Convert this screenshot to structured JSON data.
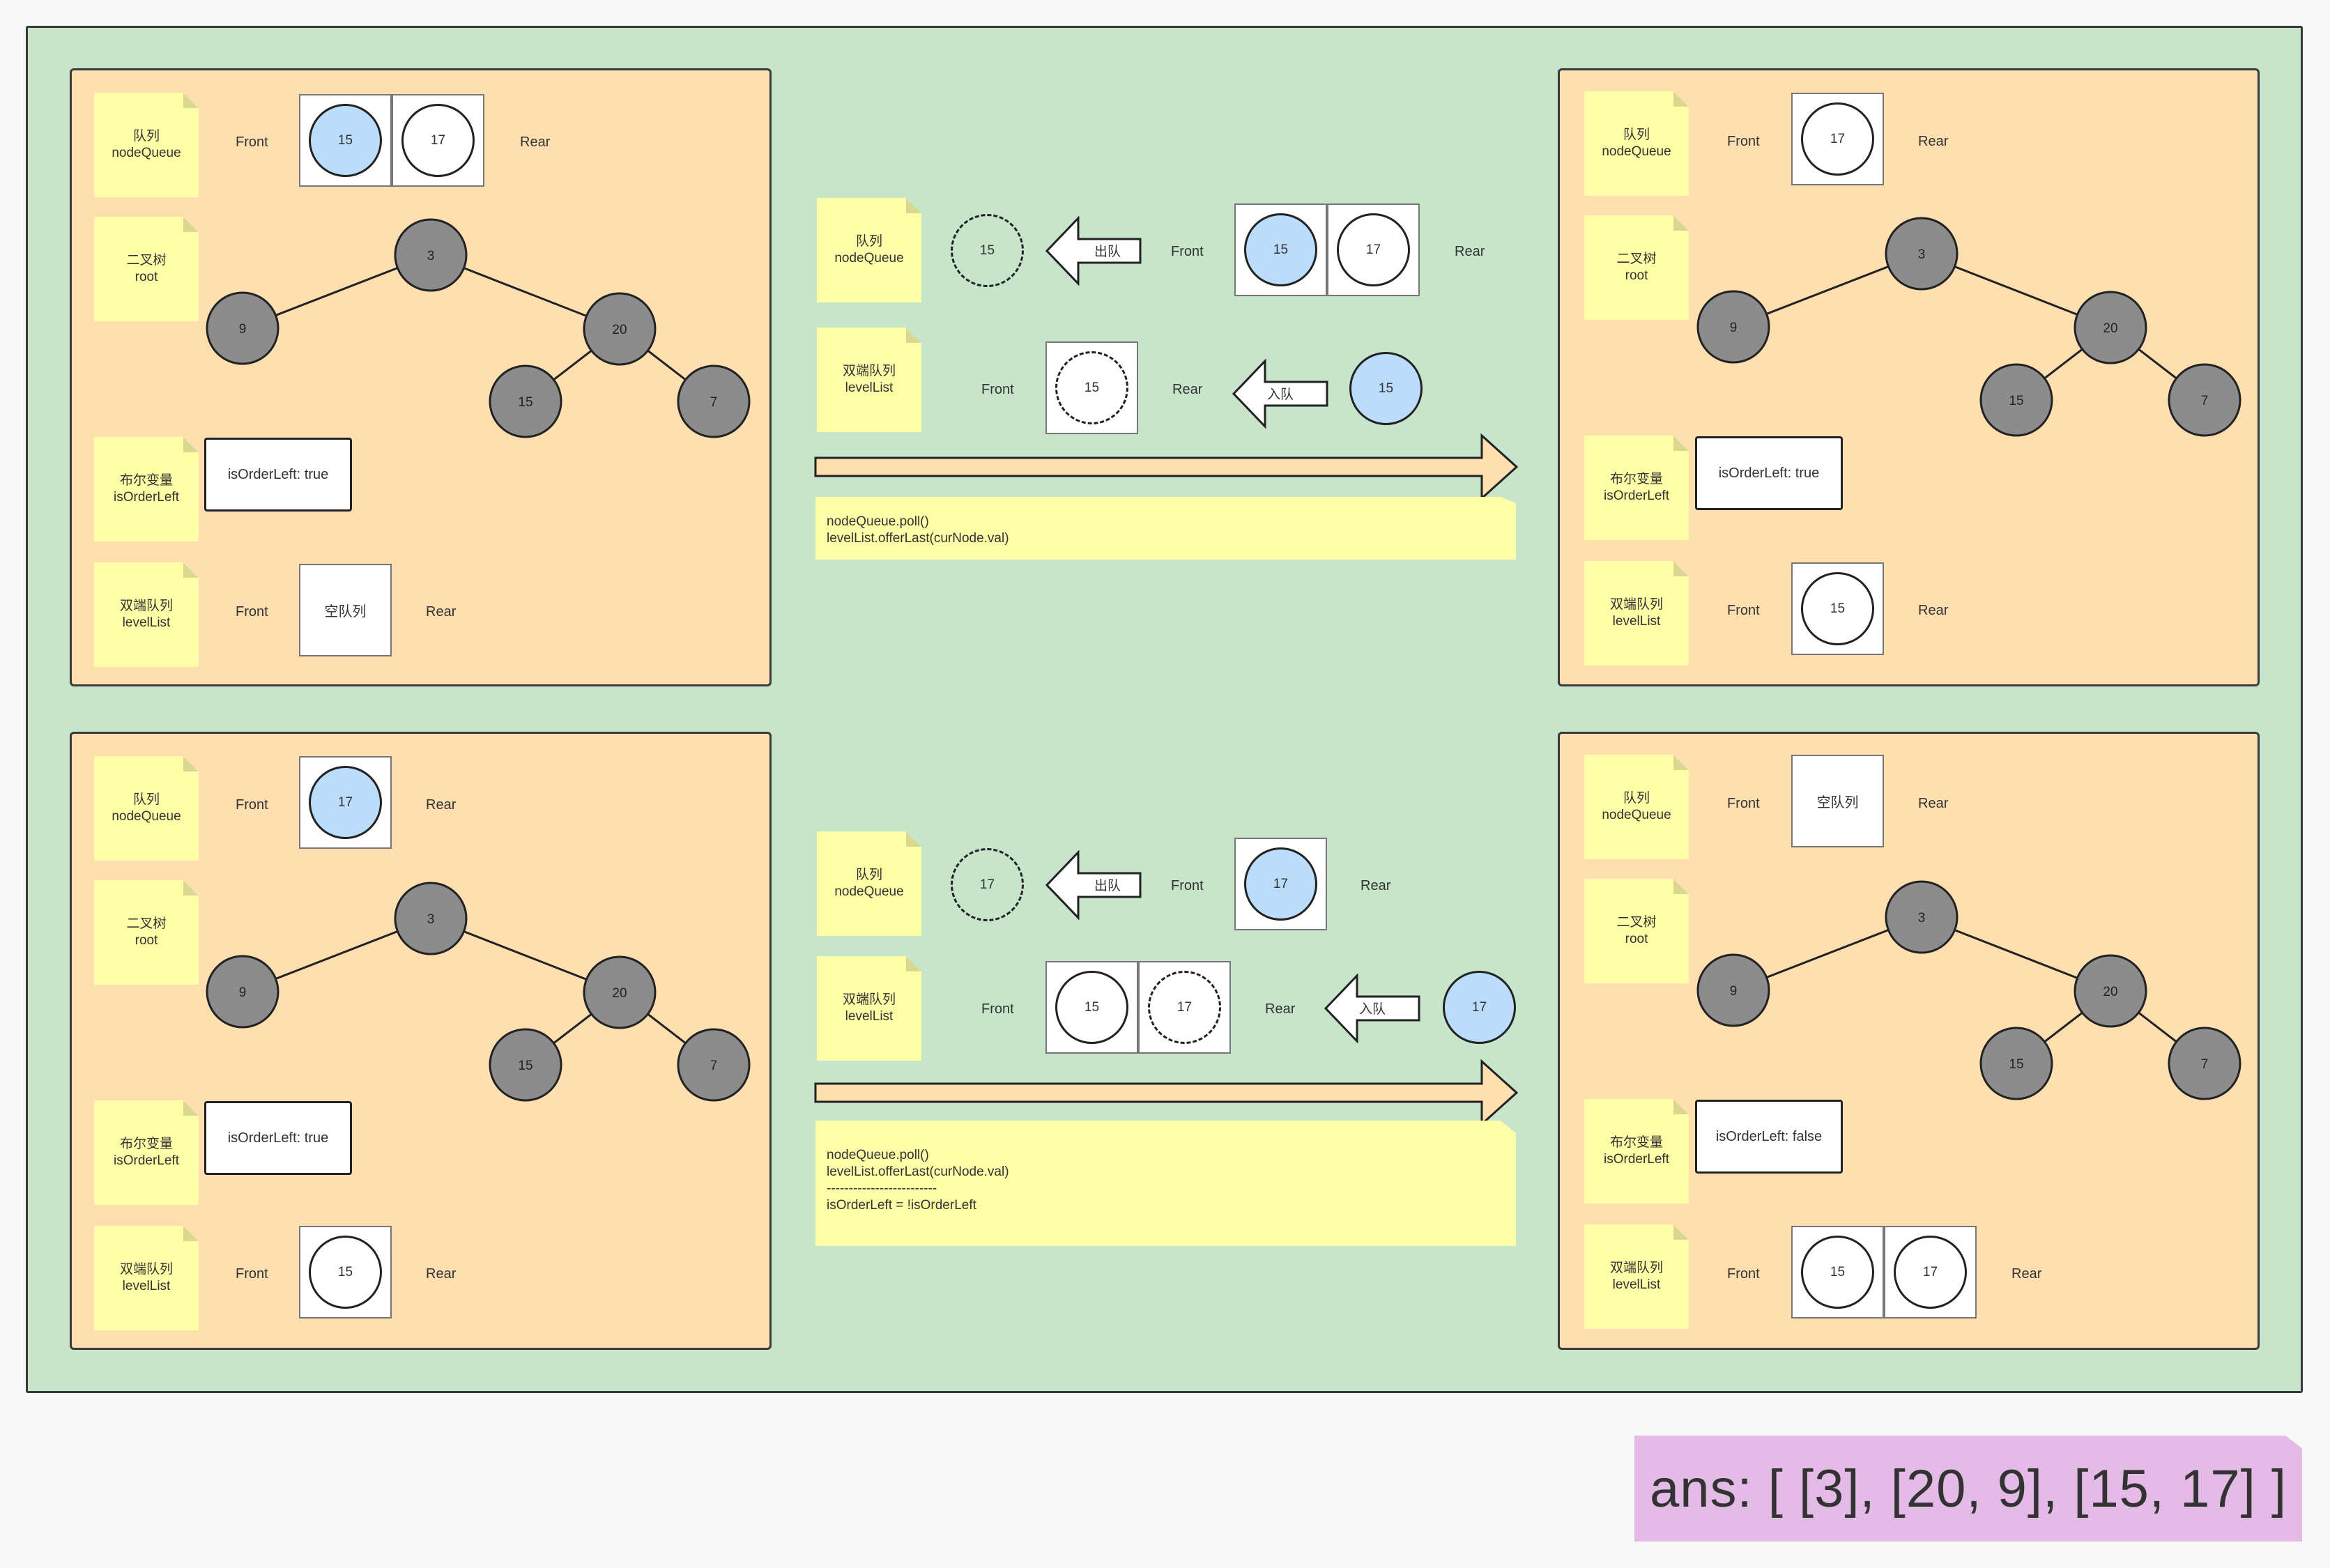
{
  "labels": {
    "front": "Front",
    "rear": "Rear",
    "empty_queue": "空队列",
    "dequeue": "出队",
    "enqueue": "入队"
  },
  "notes": {
    "queue": [
      "队列",
      "nodeQueue"
    ],
    "tree": [
      "二叉树",
      "root"
    ],
    "bool": [
      "布尔变量",
      "isOrderLeft"
    ],
    "deque": [
      "双端队列",
      "levelList"
    ]
  },
  "tree_values": [
    "3",
    "9",
    "20",
    "15",
    "7"
  ],
  "panels": {
    "top_left": {
      "queue": [
        "15",
        "17"
      ],
      "is_order_left": "isOrderLeft: true",
      "deque": []
    },
    "top_right": {
      "queue": [
        "17"
      ],
      "is_order_left": "isOrderLeft: true",
      "deque": [
        "15"
      ]
    },
    "bottom_left": {
      "queue": [
        "17"
      ],
      "is_order_left": "isOrderLeft: true",
      "deque": [
        "15"
      ]
    },
    "bottom_right": {
      "queue": [],
      "is_order_left": "isOrderLeft: false",
      "deque": [
        "15",
        "17"
      ]
    }
  },
  "transitions": {
    "top": {
      "polled": "15",
      "queue_before": [
        "15",
        "17"
      ],
      "deque_incoming": "15",
      "deque_slot": "15",
      "code": "nodeQueue.poll()\nlevelList.offerLast(curNode.val)"
    },
    "bottom": {
      "polled": "17",
      "queue_before": [
        "17"
      ],
      "deque_existing": "15",
      "deque_incoming": "17",
      "deque_slot": "17",
      "code": "nodeQueue.poll()\nlevelList.offerLast(curNode.val)\n-------------------------\nisOrderLeft = !isOrderLeft"
    }
  },
  "answer": "ans: [ [3], [20, 9], [15, 17] ]",
  "colors": {
    "background": "#c6e5cb",
    "panel": "#ffdfb0",
    "note": "#ffffa8",
    "tree_node": "#8c8c8c",
    "queued_node": "#bcdcfb",
    "answer": "#e3bbe6"
  }
}
